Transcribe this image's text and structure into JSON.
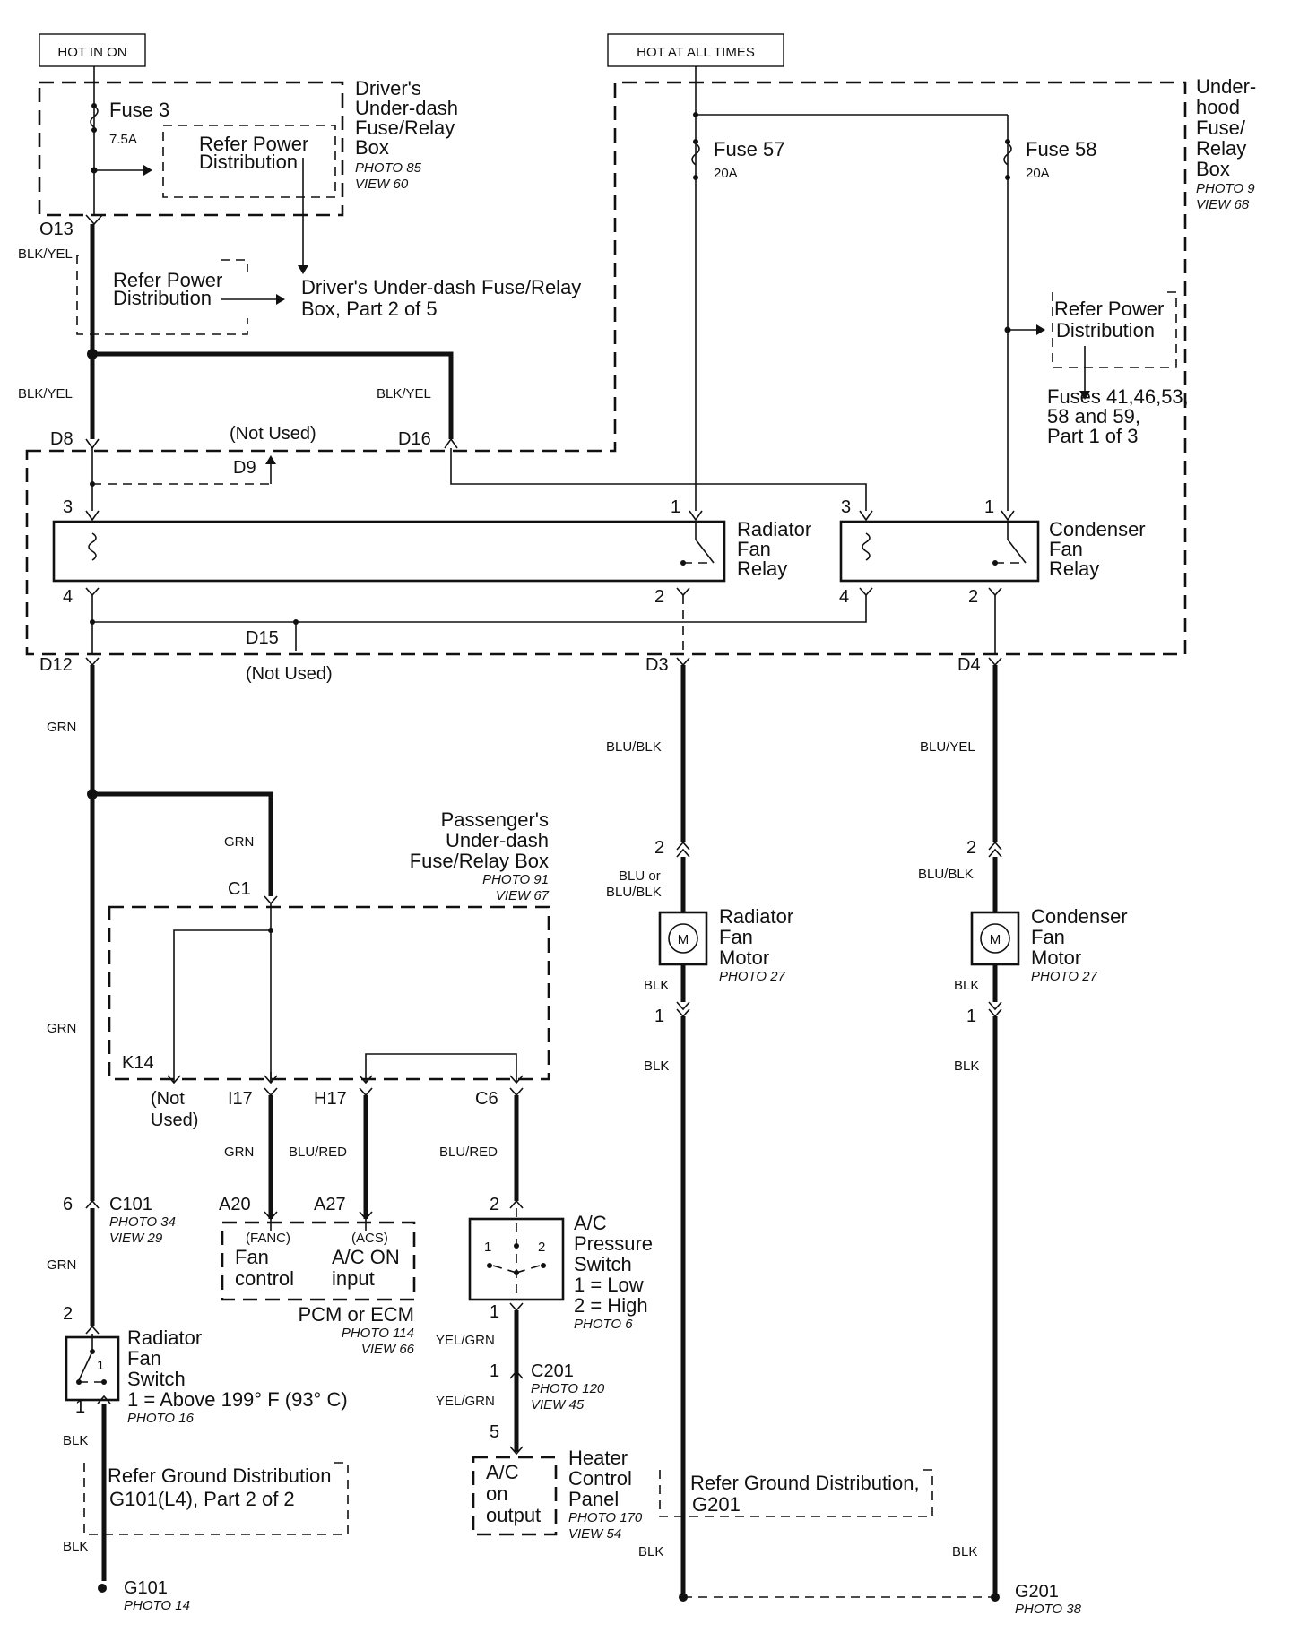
{
  "headers": {
    "hot_in_on": "HOT IN ON",
    "hot_at_all_times": "HOT AT ALL TIMES"
  },
  "driver_box": {
    "fuse": "Fuse 3",
    "rating": "7.5A",
    "refer1": "Refer Power",
    "refer2": "Distribution",
    "title1": "Driver's",
    "title2": "Under-dash",
    "title3": "Fuse/Relay",
    "title4": "Box",
    "photo": "PHOTO 85",
    "view": "VIEW 60"
  },
  "underhood": {
    "fuse57": "Fuse 57",
    "fuse57_rating": "20A",
    "fuse58": "Fuse 58",
    "fuse58_rating": "20A",
    "title1": "Under-",
    "title2": "hood",
    "title3": "Fuse/",
    "title4": "Relay",
    "title5": "Box",
    "photo": "PHOTO 9",
    "view": "VIEW 68",
    "refer1": "Refer Power",
    "refer2": "Distribution",
    "fuses1": "Fuses 41,46,53,",
    "fuses2": "58 and 59,",
    "fuses3": "Part 1 of 3"
  },
  "driver_ref": {
    "refer1": "Refer Power",
    "refer2": "Distribution",
    "target1": "Driver's Under-dash Fuse/Relay",
    "target2": "Box, Part 2 of 5"
  },
  "wires": {
    "blk_yel": "BLK/YEL",
    "grn": "GRN",
    "blu_blk": "BLU/BLK",
    "blu_yel": "BLU/YEL",
    "blu_or": "BLU or",
    "blk": "BLK",
    "blu_red": "BLU/RED",
    "yel_grn": "YEL/GRN"
  },
  "connectors": {
    "o13": "O13",
    "d8": "D8",
    "d9": "D9",
    "d16": "D16",
    "d12": "D12",
    "d15": "D15",
    "d3": "D3",
    "d4": "D4",
    "c1": "C1",
    "k14": "K14",
    "i17": "I17",
    "h17": "H17",
    "c6": "C6",
    "a20": "A20",
    "a27": "A27",
    "c101": "C101",
    "c201": "C201",
    "not_used": "(Not Used)",
    "not1": "(Not",
    "not2": "Used)"
  },
  "relays": {
    "radiator1": "Radiator",
    "radiator2": "Fan",
    "radiator3": "Relay",
    "condenser1": "Condenser",
    "condenser2": "Fan",
    "condenser3": "Relay"
  },
  "pins": {
    "p1": "1",
    "p2": "2",
    "p3": "3",
    "p4": "4",
    "p5": "5",
    "p6": "6"
  },
  "motors": {
    "rad1": "Radiator",
    "rad2": "Fan",
    "rad3": "Motor",
    "con1": "Condenser",
    "con2": "Fan",
    "con3": "Motor",
    "photo": "PHOTO 27",
    "symbol": "M"
  },
  "passenger_box": {
    "title1": "Passenger's",
    "title2": "Under-dash",
    "title3": "Fuse/Relay Box",
    "photo": "PHOTO 91",
    "view": "VIEW 67"
  },
  "pcm": {
    "fanc": "(FANC)",
    "fan1": "Fan",
    "fan2": "control",
    "acs": "(ACS)",
    "acon1": "A/C ON",
    "acon2": "input",
    "title": "PCM or ECM",
    "photo": "PHOTO 114",
    "view": "VIEW 66"
  },
  "ac_switch": {
    "t1": "A/C",
    "t2": "Pressure",
    "t3": "Switch",
    "t4": "1 = Low",
    "t5": "2 = High",
    "photo": "PHOTO 6"
  },
  "rad_switch": {
    "t1": "Radiator",
    "t2": "Fan",
    "t3": "Switch",
    "t4": "1 = Above 199° F (93° C)",
    "photo": "PHOTO 16"
  },
  "photos": {
    "c101_photo": "PHOTO 34",
    "c101_view": "VIEW 29",
    "c201_photo": "PHOTO 120",
    "c201_view": "VIEW 45",
    "g101_photo": "PHOTO 14",
    "g201_photo": "PHOTO 38"
  },
  "heater": {
    "t1": "Heater",
    "t2": "Control",
    "t3": "Panel",
    "photo": "PHOTO 170",
    "view": "VIEW 54",
    "box1": "A/C",
    "box2": "on",
    "box3": "output"
  },
  "grounds": {
    "refer_g101_1": "Refer Ground Distribution",
    "refer_g101_2": "G101(L4), Part 2 of 2",
    "refer_g201_1": "Refer Ground Distribution,",
    "refer_g201_2": "G201",
    "g101": "G101",
    "g201": "G201"
  }
}
